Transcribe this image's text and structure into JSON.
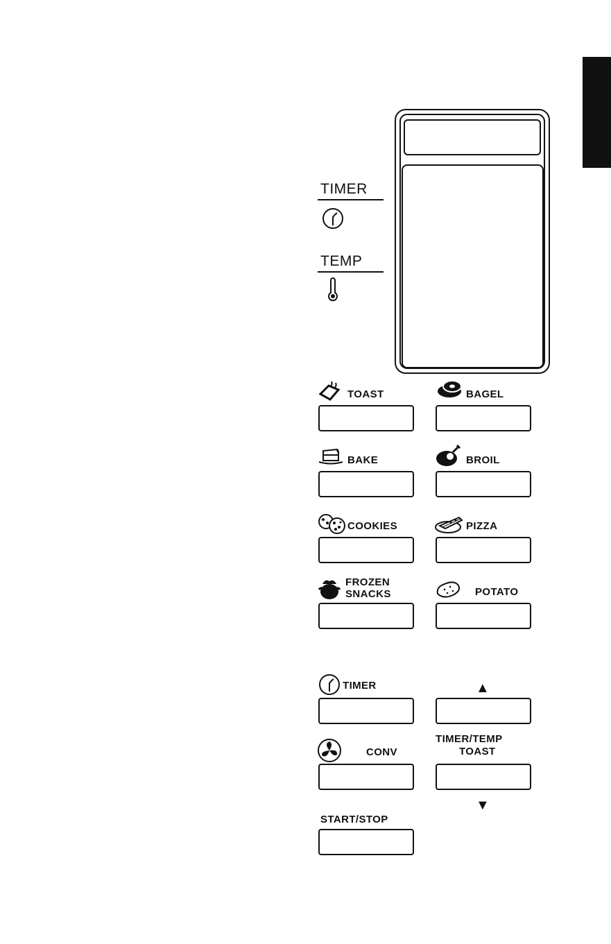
{
  "indicators": {
    "timer_label": "TIMER",
    "temp_label": "TEMP",
    "timer_icon": "clock-icon",
    "temp_icon": "thermometer-icon"
  },
  "buttons": {
    "toast": {
      "label": "TOAST",
      "icon": "toast-icon"
    },
    "bagel": {
      "label": "BAGEL",
      "icon": "bagel-icon"
    },
    "bake": {
      "label": "BAKE",
      "icon": "cake-icon"
    },
    "broil": {
      "label": "BROIL",
      "icon": "chicken-icon"
    },
    "cookies": {
      "label": "COOKIES",
      "icon": "cookies-icon"
    },
    "pizza": {
      "label": "PIZZA",
      "icon": "pizza-icon"
    },
    "frozen_snacks": {
      "label_line1": "FROZEN",
      "label_line2": "SNACKS",
      "icon": "frozen-snacks-icon"
    },
    "potato": {
      "label": "POTATO",
      "icon": "potato-icon"
    },
    "timer": {
      "label": "TIMER",
      "icon": "clock-icon"
    },
    "up": {
      "icon": "up-arrow-icon",
      "glyph": "▲"
    },
    "conv": {
      "label": "CONV",
      "icon": "fan-icon"
    },
    "timer_temp_toast": {
      "label_line1": "TIMER/TEMP",
      "label_line2": "TOAST"
    },
    "down": {
      "icon": "down-arrow-icon",
      "glyph": "▼"
    },
    "start_stop": {
      "label": "START/STOP"
    }
  }
}
